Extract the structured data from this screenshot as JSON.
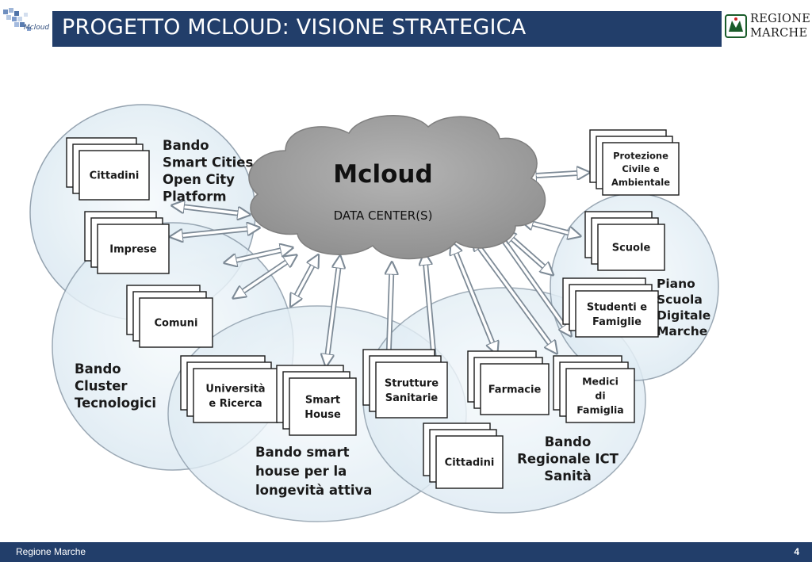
{
  "header": {
    "title": "PROGETTO MCLOUD: VISIONE STRATEGICA",
    "left_logo_text": "Mcloud",
    "right_logo_lines": [
      "REGIONE",
      "MARCHE"
    ]
  },
  "cloud": {
    "title": "Mcloud",
    "subtitle": "DATA CENTER(S)"
  },
  "boxes": {
    "cittadini_top": [
      "Cittadini"
    ],
    "imprese": [
      "Imprese"
    ],
    "comuni": [
      "Comuni"
    ],
    "universita": [
      "Università",
      "e Ricerca"
    ],
    "smart_house": [
      "Smart",
      "House"
    ],
    "strutture_sanitarie": [
      "Strutture",
      "Sanitarie"
    ],
    "farmacie": [
      "Farmacie"
    ],
    "medici": [
      "Medici",
      "di",
      "Famiglia"
    ],
    "cittadini_bottom": [
      "Cittadini"
    ],
    "protezione": [
      "Protezione",
      "Civile e",
      "Ambientale"
    ],
    "scuole": [
      "Scuole"
    ],
    "studenti": [
      "Studenti e",
      "Famiglie"
    ]
  },
  "regions": {
    "smart_cities": [
      "Bando",
      "Smart Cities",
      "Open City",
      "Platform"
    ],
    "cluster": [
      "Bando",
      "Cluster",
      "Tecnologici"
    ],
    "smart_house": [
      "Bando smart",
      "house per la",
      "longevità attiva"
    ],
    "ict_sanita": [
      "Bando",
      "Regionale ICT",
      "Sanità"
    ],
    "scuola_digitale": [
      "Piano",
      "Scuola",
      "Digitale",
      "Marche"
    ]
  },
  "footer": {
    "org": "Regione Marche",
    "page": "4"
  },
  "colors": {
    "header_blue": "#223e6a",
    "cloud_gray": "#9c9c9c",
    "ellipse_fill": "#eaf2f8",
    "ellipse_stroke": "#8a9aa8"
  }
}
